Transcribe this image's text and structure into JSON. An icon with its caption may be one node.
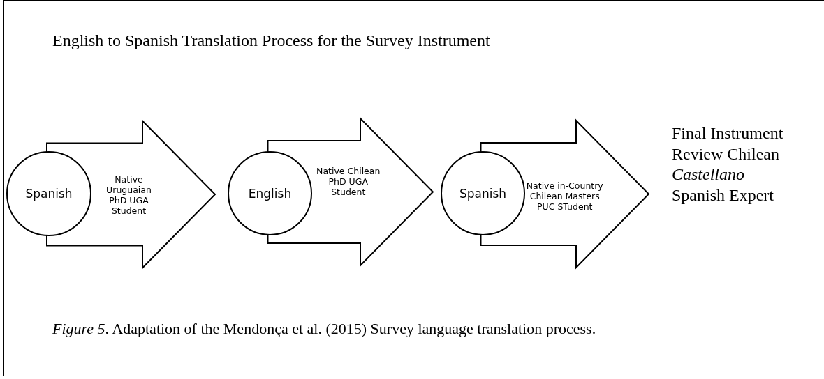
{
  "diagram": {
    "title": "English to Spanish Translation Process for the Survey Instrument",
    "caption": "*Figure 5*.  Adaptation of the Mendonça et al. (2015) Survey language translation process.",
    "nodes": [
      {
        "text": [
          "Spanish"
        ]
      },
      {
        "text": [
          "English"
        ]
      },
      {
        "text": [
          "Spanish"
        ]
      },
      {
        "text": [
          "Final Instrument Review Chilean *Castellano* Spanish Expert"
        ]
      }
    ],
    "edges": [
      {
        "from": 0,
        "to": 1,
        "arrow": "to",
        "label": "Native Uruguaian PhD UGA Student"
      },
      {
        "from": 1,
        "to": 2,
        "arrow": "to",
        "label": "Native Chilean PhD UGA Student"
      },
      {
        "from": 2,
        "to": 3,
        "arrow": "to",
        "label": "Native in-Country Chilean Masters PUC STudent"
      }
    ]
  }
}
